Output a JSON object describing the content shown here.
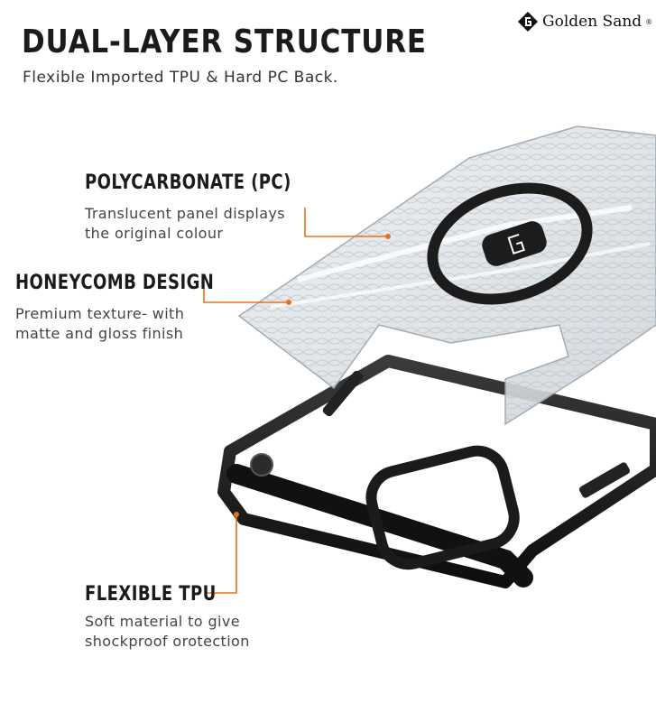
{
  "header": {
    "title": "DUAL-LAYER STRUCTURE",
    "subtitle": "Flexible Imported TPU & Hard PC Back."
  },
  "brand": {
    "name": "Golden Sand",
    "reg": "®"
  },
  "callouts": [
    {
      "heading": "POLYCARBONATE (PC)",
      "lines": [
        "Translucent panel displays",
        "the original colour"
      ]
    },
    {
      "heading": "HONEYCOMB DESIGN",
      "lines": [
        "Premium texture- with",
        "matte and gloss finish"
      ]
    },
    {
      "heading": "FLEXIBLE TPU",
      "lines": [
        "Soft material to give",
        "shockproof orotection"
      ]
    }
  ],
  "colors": {
    "accent": "#e8721c",
    "text": "#1b1b1b",
    "frame": "#1a1a1a"
  }
}
